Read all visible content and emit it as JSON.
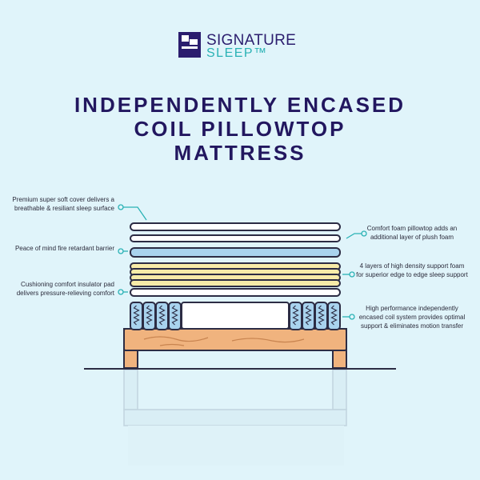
{
  "brand": {
    "line1": "SIGNATURE",
    "line2": "SLEEP™"
  },
  "title": {
    "line1": "INDEPENDENTLY ENCASED",
    "line2": "COIL PILLOWTOP",
    "line3": "MATTRESS"
  },
  "callouts": {
    "cover": "Premium super soft cover delivers a breathable & resiliant sleep surface",
    "fire_barrier": "Peace of mind fire retardant barrier",
    "insulator": "Cushioning comfort insulator pad delivers pressure-relieving comfort",
    "pillowtop": "Comfort foam pillowtop adds an additional layer of plush foam",
    "support_foam": "4 layers of high density support foam for superior edge to edge sleep support",
    "coil_system": "High performance independently encased coil system provides optimal support & eliminates motion transfer"
  },
  "colors": {
    "navy": "#22175f",
    "teal": "#2ab2b5",
    "background": "#e0f4fa",
    "foam_blue": "#a9d3ee",
    "foam_yellow": "#f7eba8",
    "wood": "#f0b37e"
  }
}
